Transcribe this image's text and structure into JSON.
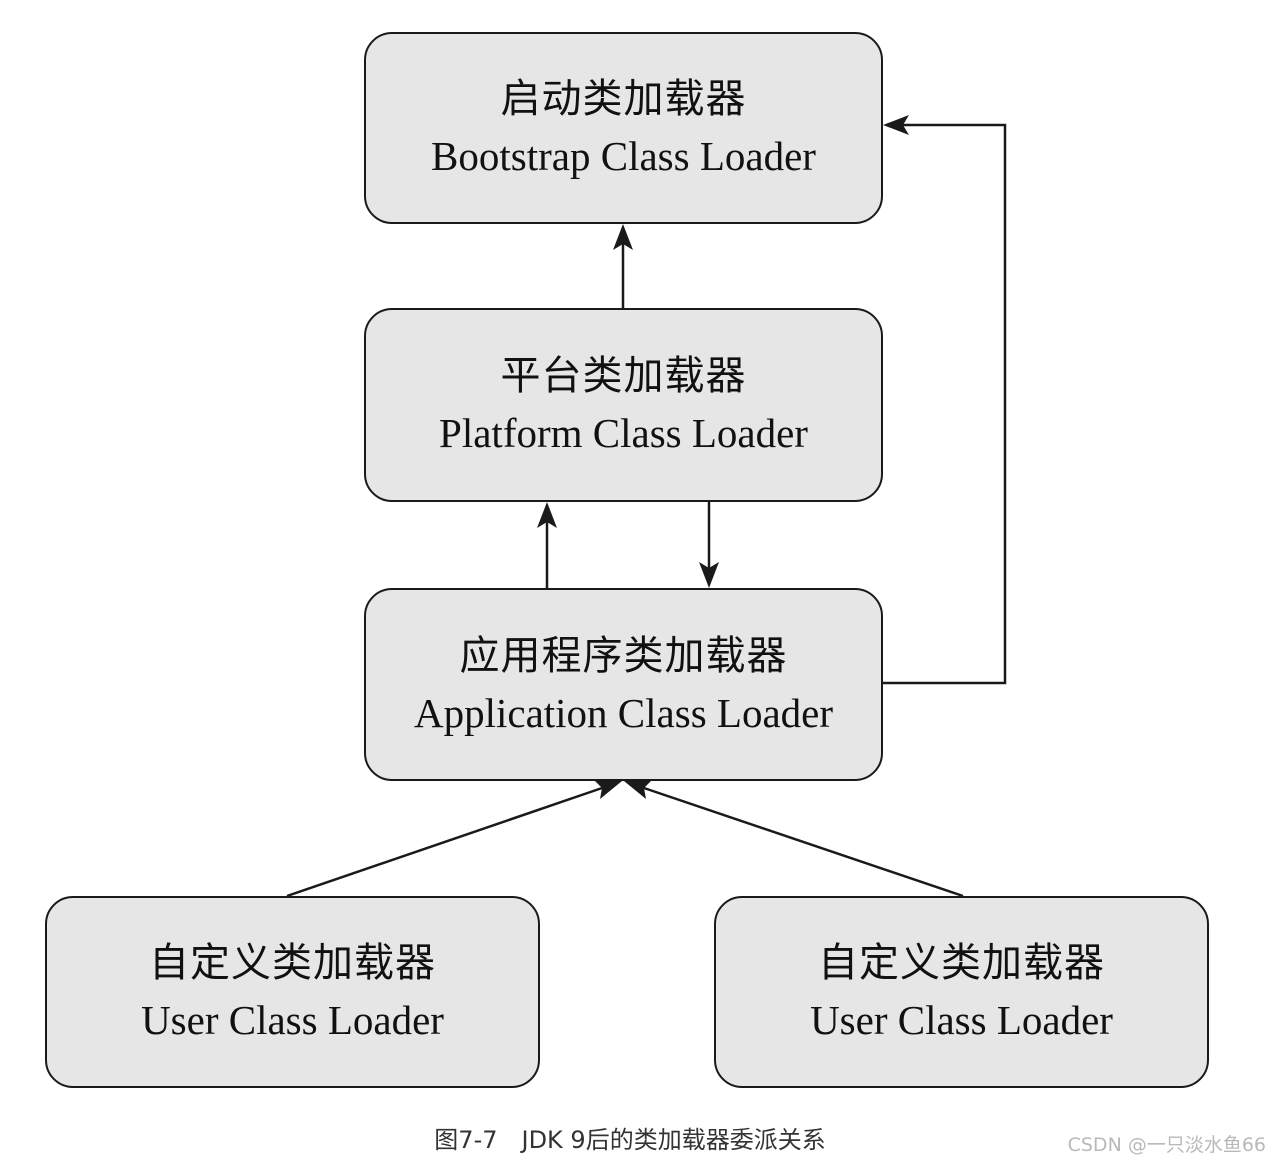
{
  "nodes": {
    "bootstrap": {
      "cn": "启动类加载器",
      "en": "Bootstrap Class Loader"
    },
    "platform": {
      "cn": "平台类加载器",
      "en": "Platform Class Loader"
    },
    "application": {
      "cn": "应用程序类加载器",
      "en": "Application Class Loader"
    },
    "user_left": {
      "cn": "自定义类加载器",
      "en": "User Class Loader"
    },
    "user_right": {
      "cn": "自定义类加载器",
      "en": "User Class Loader"
    }
  },
  "edges": [
    {
      "from": "platform",
      "to": "bootstrap"
    },
    {
      "from": "application",
      "to": "platform"
    },
    {
      "from": "platform",
      "to": "application"
    },
    {
      "from": "application",
      "to": "bootstrap"
    },
    {
      "from": "user_left",
      "to": "application"
    },
    {
      "from": "user_right",
      "to": "application"
    }
  ],
  "caption": "图7-7　JDK 9后的类加载器委派关系",
  "watermark": "CSDN @一只淡水鱼66",
  "colors": {
    "box_fill": "#e6e6e6",
    "stroke": "#1a1a1a",
    "background": "#ffffff"
  }
}
